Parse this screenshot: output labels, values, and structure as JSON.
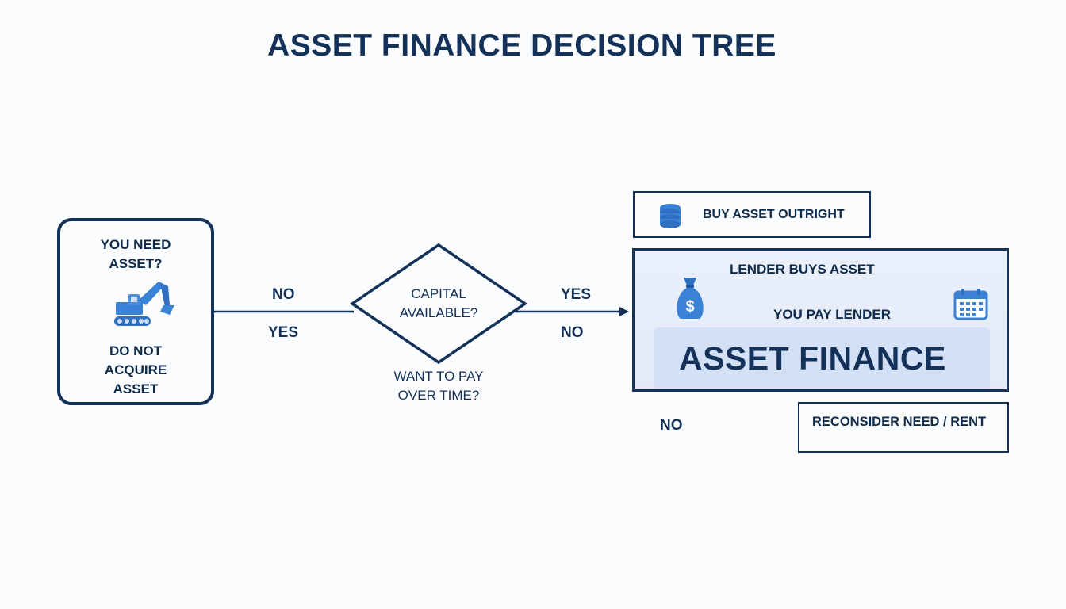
{
  "title": "ASSET FINANCE DECISION TREE",
  "start_node": {
    "question": "YOU NEED\nASSET?",
    "outcome": "DO NOT\nACQUIRE\nASSET",
    "icon": "excavator-icon"
  },
  "decision_node": {
    "question": "CAPITAL\nAVAILABLE?",
    "sub_question": "WANT TO PAY\nOVER TIME?"
  },
  "edge_labels": {
    "left_above": "NO",
    "left_below": "YES",
    "right_above": "YES",
    "right_below": "NO",
    "bottom_no": "NO"
  },
  "outcomes": {
    "buy_outright": {
      "label": "BUY ASSET OUTRIGHT",
      "icon": "coin-stack-icon"
    },
    "asset_finance": {
      "step1": "LENDER BUYS ASSET",
      "step2": "YOU PAY LENDER",
      "heading": "ASSET FINANCE",
      "icons": [
        "money-bag-icon",
        "calendar-icon"
      ]
    },
    "reconsider": {
      "label": "RECONSIDER NEED / RENT"
    }
  },
  "colors": {
    "navy": "#14315a",
    "accent_blue": "#3a82d6",
    "panel_fill": "#e2eaf8",
    "band_fill": "#d3e0f5"
  }
}
